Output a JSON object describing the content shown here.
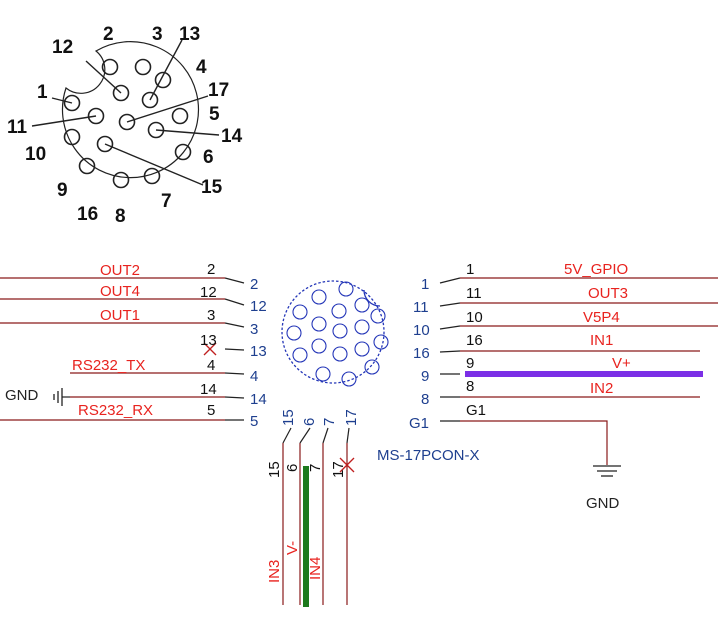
{
  "connector_face": {
    "pins": [
      "1",
      "2",
      "3",
      "4",
      "5",
      "6",
      "7",
      "8",
      "9",
      "10",
      "11",
      "12",
      "13",
      "14",
      "15",
      "16",
      "17"
    ]
  },
  "part_name": "MS-17PCON-X",
  "gnd_label": "GND",
  "left_side": [
    {
      "net": "OUT2",
      "pin": "2",
      "body_pin": "2"
    },
    {
      "net": "OUT4",
      "pin": "12",
      "body_pin": "12"
    },
    {
      "net": "OUT1",
      "pin": "3",
      "body_pin": "3"
    },
    {
      "net": "",
      "pin": "13",
      "body_pin": "13"
    },
    {
      "net": "RS232_TX",
      "pin": "4",
      "body_pin": "4"
    },
    {
      "net": "",
      "pin": "14",
      "body_pin": "14"
    },
    {
      "net": "RS232_RX",
      "pin": "5",
      "body_pin": "5"
    }
  ],
  "right_side": [
    {
      "net": "5V_GPIO",
      "pin": "1",
      "body_pin": "1"
    },
    {
      "net": "OUT3",
      "pin": "11",
      "body_pin": "11"
    },
    {
      "net": "V5P4",
      "pin": "10",
      "body_pin": "10"
    },
    {
      "net": "IN1",
      "pin": "16",
      "body_pin": "16"
    },
    {
      "net": "V+",
      "pin": "9",
      "body_pin": "9"
    },
    {
      "net": "IN2",
      "pin": "8",
      "body_pin": "8"
    },
    {
      "net": "",
      "pin": "G1",
      "body_pin": "G1"
    }
  ],
  "bottom_side": [
    {
      "net": "IN3",
      "pin": "15",
      "body_pin": "15"
    },
    {
      "net": "V-",
      "pin": "6",
      "body_pin": "6"
    },
    {
      "net": "IN4",
      "pin": "7",
      "body_pin": "7"
    },
    {
      "net": "",
      "pin": "17",
      "body_pin": "17"
    }
  ],
  "colors": {
    "net": "#e8231f",
    "pin_blue": "#1e3f8f",
    "vplus_bus": "#7b2fe6",
    "vminus_bus": "#1d7a1d"
  }
}
